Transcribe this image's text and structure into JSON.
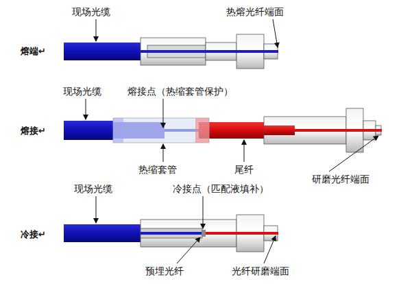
{
  "diagram": {
    "labels": [
      "熔端↵",
      "现场光缆",
      "热熔光纤端面",
      "熔接↵",
      "现场光缆",
      "熔接点（热缩套管保护）",
      "热缩套管",
      "尾纤",
      "研磨光纤端面",
      "冷接↵",
      "现场光缆",
      "冷接点（匹配液填补）",
      "预埋光纤",
      "光纤研磨端面"
    ]
  }
}
